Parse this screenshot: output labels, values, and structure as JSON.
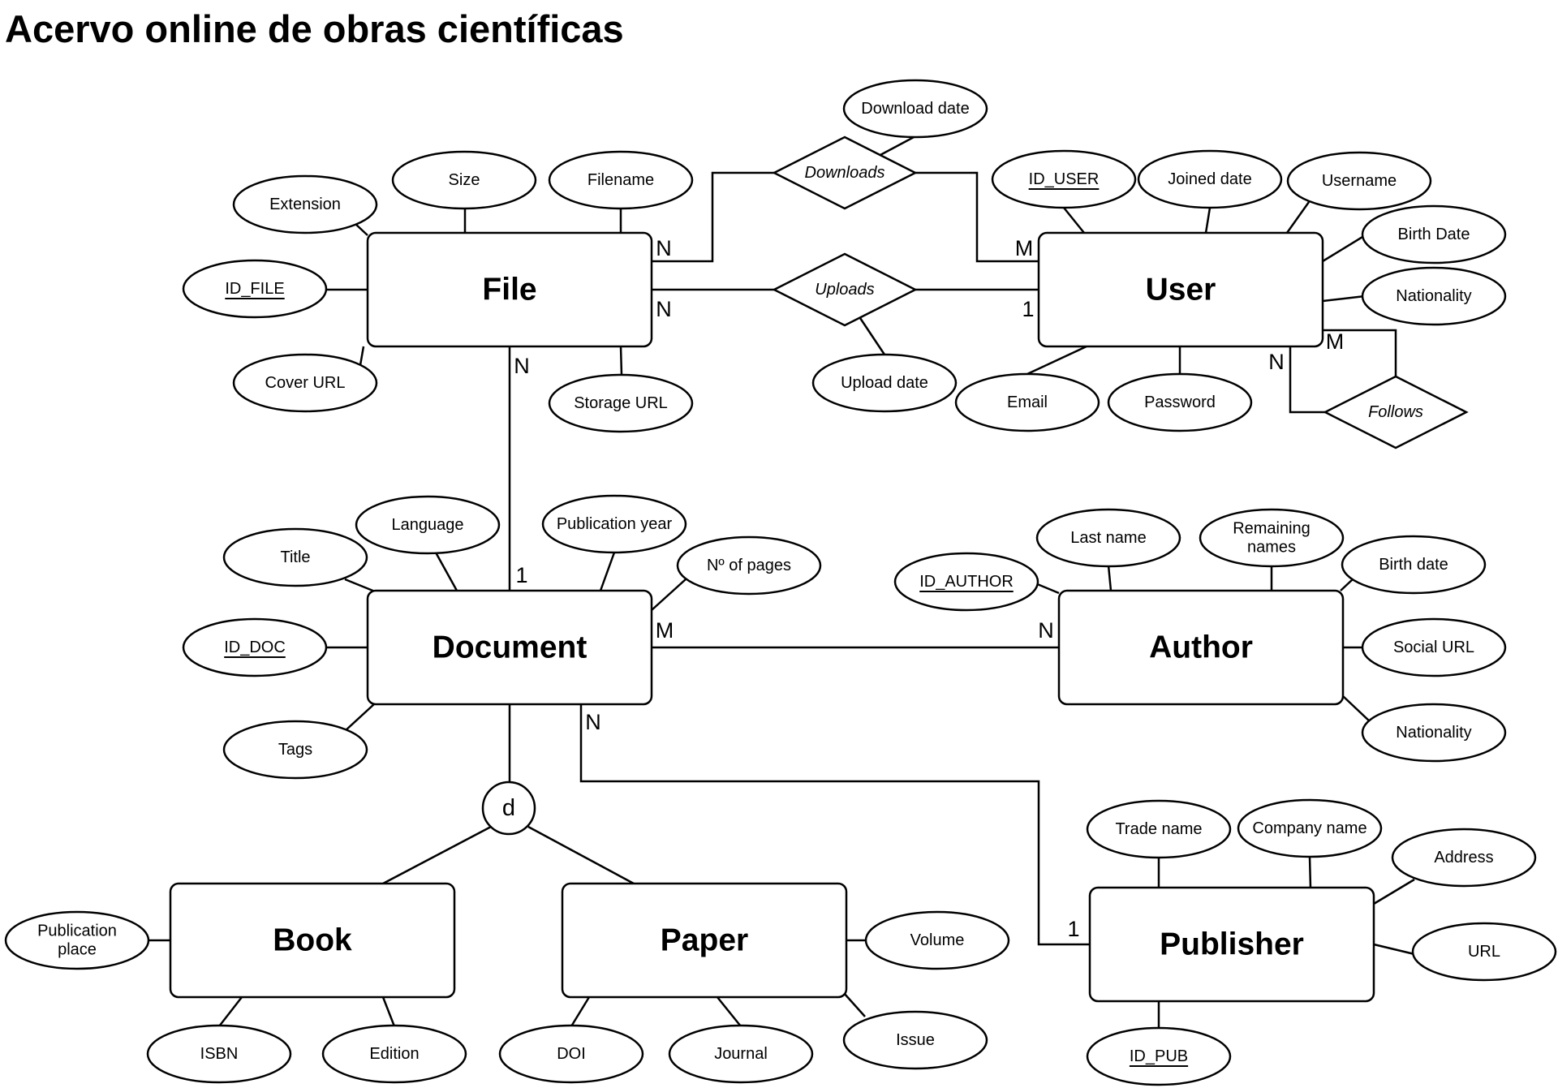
{
  "title": "Acervo online de obras científicas",
  "entities": [
    {
      "id": "file",
      "label": "File"
    },
    {
      "id": "user",
      "label": "User"
    },
    {
      "id": "document",
      "label": "Document"
    },
    {
      "id": "author",
      "label": "Author"
    },
    {
      "id": "book",
      "label": "Book"
    },
    {
      "id": "paper",
      "label": "Paper"
    },
    {
      "id": "publisher",
      "label": "Publisher"
    }
  ],
  "relationships": [
    {
      "id": "downloads",
      "label": "Downloads"
    },
    {
      "id": "uploads",
      "label": "Uploads"
    },
    {
      "id": "follows",
      "label": "Follows"
    }
  ],
  "specialization": {
    "label": "d"
  },
  "attributes": [
    {
      "id": "download-date",
      "lines": [
        "Download date"
      ],
      "key": false
    },
    {
      "id": "upload-date",
      "lines": [
        "Upload date"
      ],
      "key": false
    },
    {
      "id": "extension",
      "lines": [
        "Extension"
      ],
      "key": false
    },
    {
      "id": "size",
      "lines": [
        "Size"
      ],
      "key": false
    },
    {
      "id": "filename",
      "lines": [
        "Filename"
      ],
      "key": false
    },
    {
      "id": "id-file",
      "lines": [
        "ID_FILE"
      ],
      "key": true
    },
    {
      "id": "cover-url",
      "lines": [
        "Cover URL"
      ],
      "key": false
    },
    {
      "id": "storage-url",
      "lines": [
        "Storage URL"
      ],
      "key": false
    },
    {
      "id": "id-user",
      "lines": [
        "ID_USER"
      ],
      "key": true
    },
    {
      "id": "joined-date",
      "lines": [
        "Joined date"
      ],
      "key": false
    },
    {
      "id": "username",
      "lines": [
        "Username"
      ],
      "key": false
    },
    {
      "id": "user-birth-date",
      "lines": [
        "Birth Date"
      ],
      "key": false
    },
    {
      "id": "user-nationality",
      "lines": [
        "Nationality"
      ],
      "key": false
    },
    {
      "id": "email",
      "lines": [
        "Email"
      ],
      "key": false
    },
    {
      "id": "password",
      "lines": [
        "Password"
      ],
      "key": false
    },
    {
      "id": "title",
      "lines": [
        "Title"
      ],
      "key": false
    },
    {
      "id": "language",
      "lines": [
        "Language"
      ],
      "key": false
    },
    {
      "id": "publication-year",
      "lines": [
        "Publication year"
      ],
      "key": false
    },
    {
      "id": "num-pages",
      "lines": [
        "Nº of pages"
      ],
      "key": false
    },
    {
      "id": "id-doc",
      "lines": [
        "ID_DOC"
      ],
      "key": true
    },
    {
      "id": "tags",
      "lines": [
        "Tags"
      ],
      "key": false
    },
    {
      "id": "id-author",
      "lines": [
        "ID_AUTHOR"
      ],
      "key": true
    },
    {
      "id": "last-name",
      "lines": [
        "Last name"
      ],
      "key": false
    },
    {
      "id": "remaining-names",
      "lines": [
        "Remaining",
        "names"
      ],
      "key": false
    },
    {
      "id": "author-birth-date",
      "lines": [
        "Birth date"
      ],
      "key": false
    },
    {
      "id": "social-url",
      "lines": [
        "Social URL"
      ],
      "key": false
    },
    {
      "id": "author-nationality",
      "lines": [
        "Nationality"
      ],
      "key": false
    },
    {
      "id": "publication-place",
      "lines": [
        "Publication",
        "place"
      ],
      "key": false
    },
    {
      "id": "isbn",
      "lines": [
        "ISBN"
      ],
      "key": false
    },
    {
      "id": "edition",
      "lines": [
        "Edition"
      ],
      "key": false
    },
    {
      "id": "volume",
      "lines": [
        "Volume"
      ],
      "key": false
    },
    {
      "id": "doi",
      "lines": [
        "DOI"
      ],
      "key": false
    },
    {
      "id": "journal",
      "lines": [
        "Journal"
      ],
      "key": false
    },
    {
      "id": "issue",
      "lines": [
        "Issue"
      ],
      "key": false
    },
    {
      "id": "trade-name",
      "lines": [
        "Trade name"
      ],
      "key": false
    },
    {
      "id": "company-name",
      "lines": [
        "Company name"
      ],
      "key": false
    },
    {
      "id": "address",
      "lines": [
        "Address"
      ],
      "key": false
    },
    {
      "id": "url",
      "lines": [
        "URL"
      ],
      "key": false
    },
    {
      "id": "id-pub",
      "lines": [
        "ID_PUB"
      ],
      "key": true
    }
  ],
  "cardinalities": [
    {
      "id": "file-downloads",
      "label": "N"
    },
    {
      "id": "user-downloads",
      "label": "M"
    },
    {
      "id": "file-uploads",
      "label": "N"
    },
    {
      "id": "user-uploads",
      "label": "1"
    },
    {
      "id": "file-document",
      "label": "N"
    },
    {
      "id": "document-file",
      "label": "1"
    },
    {
      "id": "user-follows-n",
      "label": "N"
    },
    {
      "id": "user-follows-m",
      "label": "M"
    },
    {
      "id": "document-author",
      "label": "M"
    },
    {
      "id": "author-document",
      "label": "N"
    },
    {
      "id": "document-publisher",
      "label": "N"
    },
    {
      "id": "publisher-document",
      "label": "1"
    }
  ]
}
